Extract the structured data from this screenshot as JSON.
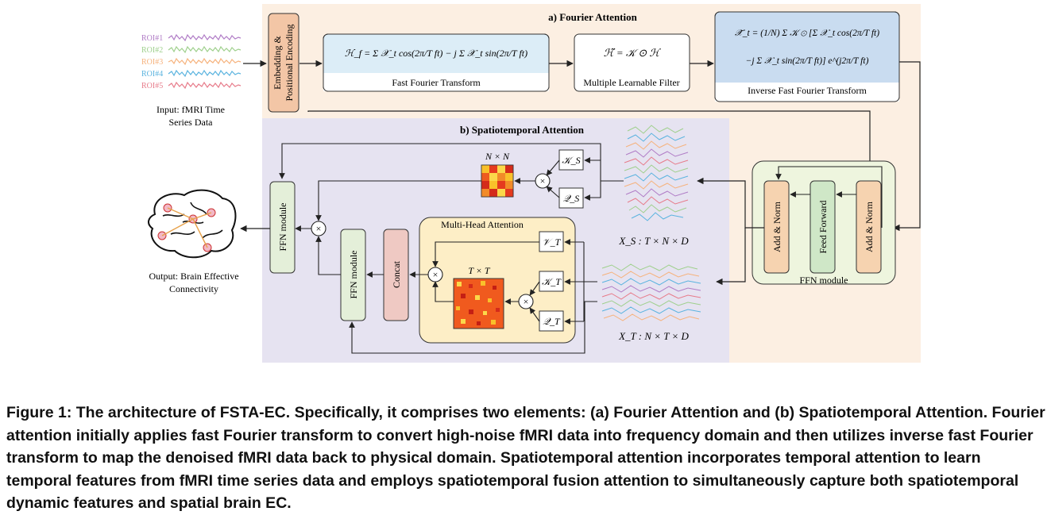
{
  "input": {
    "rois": [
      "ROI#1",
      "ROI#2",
      "ROI#3",
      "ROI#4",
      "ROI#5"
    ],
    "label_line1": "Input: fMRI Time",
    "label_line2": "Series Data"
  },
  "embedding": {
    "line1": "Embedding &",
    "line2": "Positional Encoding"
  },
  "fourier": {
    "title": "a) Fourier Attention",
    "fft_label": "Fast Fourier Transform",
    "filter_label": "Multiple Learnable Filter",
    "ifft_label": "Inverse Fast Fourier Transform"
  },
  "spatiotemporal": {
    "title": "b) Spatiotemporal Attention",
    "nxn": "N × N",
    "txt": "T × T",
    "mha": "Multi-Head Attention",
    "concat": "Concat",
    "ffn": "FFN module",
    "xs": "X_S : T × N × D",
    "xt": "X_T : N × T × D"
  },
  "ffn_block": {
    "add_norm_1": "Add & Norm",
    "feed_forward": "Feed Forward",
    "add_norm_2": "Add & Norm",
    "label": "FFN module"
  },
  "output": {
    "line1": "Output: Brain Effective",
    "line2": "Connectivity"
  },
  "caption": "Figure 1: The architecture of FSTA-EC. Specifically, it comprises two elements: (a) Fourier Attention and (b) Spatiotemporal Attention. Fourier attention initially applies fast Fourier transform to convert high-noise fMRI data into frequency domain and then utilizes inverse fast Fourier transform to map the denoised fMRI data back to physical domain. Spatiotemporal attention incorporates temporal attention to learn temporal features from fMRI time series data and employs spatiotemporal fusion attention to simultaneously capture both spatiotemporal dynamic features and spatial brain EC.",
  "colors": {
    "fourier_bg": "#fcefe2",
    "st_bg": "#e6e3f1",
    "fft_box": "#dcedf7",
    "ifft_box": "#c9dcf0",
    "ffn_bg": "#eef5de",
    "add_norm": "#f6d3b0",
    "feed_forward": "#cfe7c7",
    "ffn_module": "#e4efd9",
    "concat": "#efc9c3",
    "mha_bg": "#fdeec6",
    "roi": [
      "#b07cc6",
      "#9fd08d",
      "#f6b27c",
      "#5ab3df",
      "#e77b8a"
    ]
  }
}
